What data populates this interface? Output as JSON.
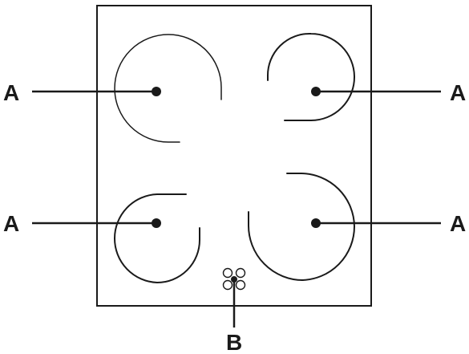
{
  "callouts": {
    "zone_top_left": "A",
    "zone_top_right": "A",
    "zone_bottom_left": "A",
    "zone_bottom_right": "A",
    "control_symbol": "B"
  },
  "icons": {
    "control_symbol": "fan-icon"
  },
  "colors": {
    "line": "#1a1a1a",
    "background": "#ffffff"
  }
}
